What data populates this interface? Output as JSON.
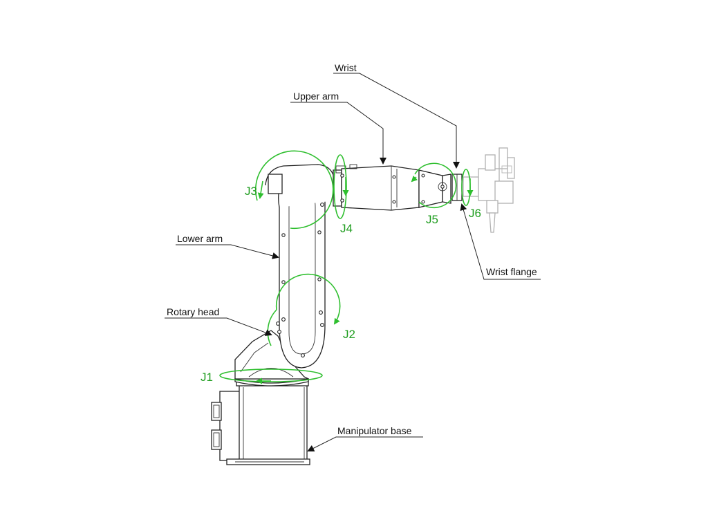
{
  "labels": {
    "wrist": "Wrist",
    "upper_arm": "Upper arm",
    "lower_arm": "Lower arm",
    "rotary_head": "Rotary head",
    "wrist_flange": "Wrist flange",
    "manipulator_base": "Manipulator base"
  },
  "joints": {
    "j1": "J1",
    "j2": "J2",
    "j3": "J3",
    "j4": "J4",
    "j5": "J5",
    "j6": "J6"
  },
  "colors": {
    "rotation": "#2fbf2f",
    "joint_label": "#1f9d1f",
    "line": "#222222"
  }
}
